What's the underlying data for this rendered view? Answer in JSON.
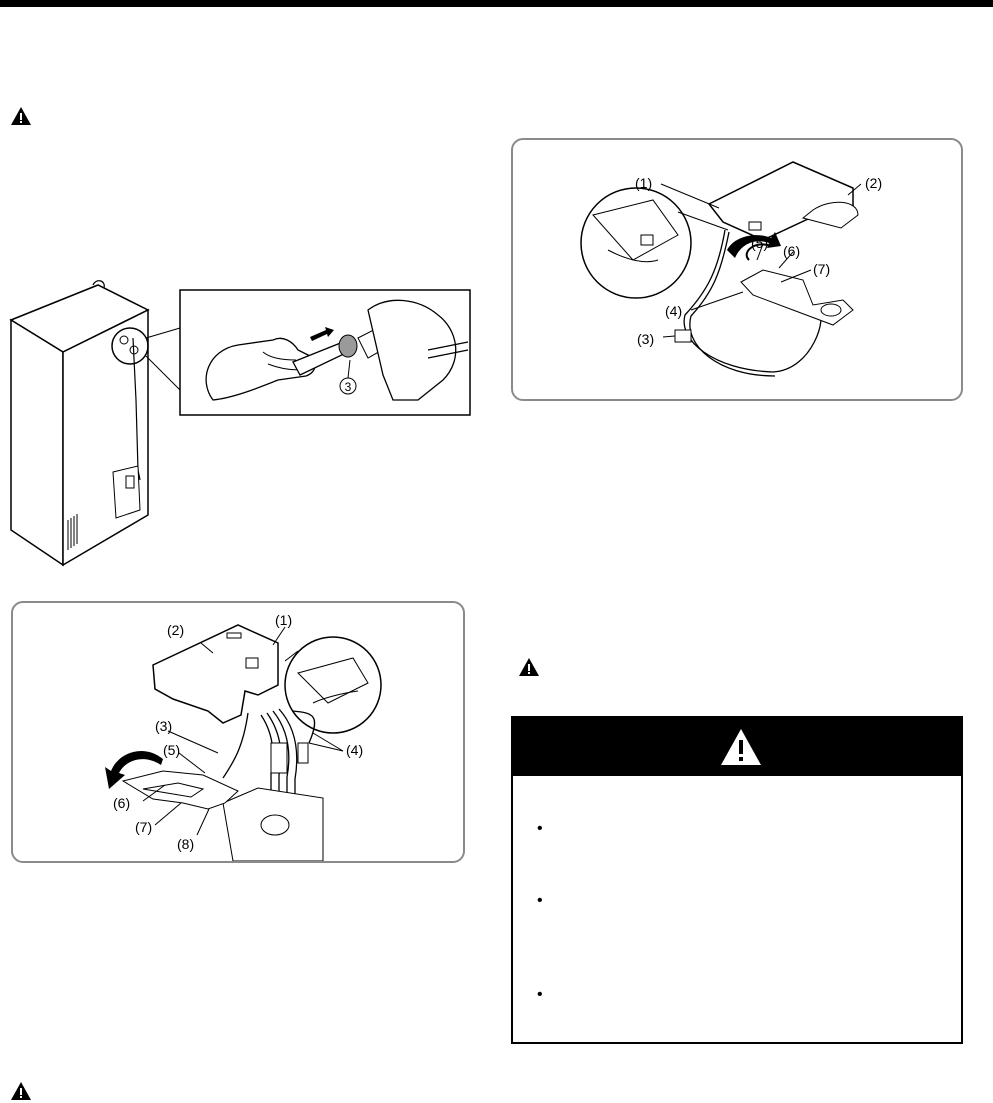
{
  "icons": {
    "warning_top_left": "warning-triangle-icon",
    "warning_mid_right": "warning-triangle-icon",
    "warning_bottom_left": "warning-triangle-icon",
    "caution_header": "exclamation-triangle-icon"
  },
  "figure_unplug": {
    "callouts": [
      "3"
    ]
  },
  "figure_top_right": {
    "callouts": [
      "(1)",
      "(2)",
      "(3)",
      "(4)",
      "(5)",
      "(6)",
      "(7)"
    ]
  },
  "figure_bottom_left": {
    "callouts": [
      "(1)",
      "(2)",
      "(3)",
      "(4)",
      "(5)",
      "(6)",
      "(7)",
      "(8)"
    ]
  },
  "caution_box": {
    "bullets": [
      "•",
      "•",
      "•"
    ]
  },
  "colors": {
    "rule": "#000000",
    "panel_border": "#8a8a8a"
  }
}
